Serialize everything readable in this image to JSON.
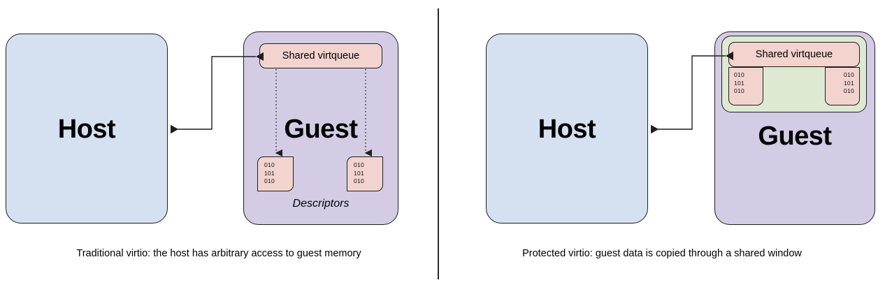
{
  "figure": {
    "type": "diagram",
    "title": "",
    "panels": [
      {
        "id": "traditional",
        "caption": "Traditional virtio: the host has arbitrary access to guest memory",
        "host": {
          "label": "Host",
          "color": "#d5e1f0"
        },
        "guest": {
          "label": "Guest",
          "color": "#d3cce4"
        },
        "virtqueue": {
          "label": "Shared virtqueue",
          "color": "#f2d3ce"
        },
        "descriptors_label": "Descriptors",
        "descriptors": [
          {
            "bits": [
              "010",
              "101",
              "010"
            ]
          },
          {
            "bits": [
              "010",
              "101",
              "010"
            ]
          }
        ],
        "connector": {
          "kind": "bidirectional-arrow",
          "from": "Host",
          "to": "Shared virtqueue"
        },
        "links": [
          {
            "kind": "dotted-arrow",
            "from": "Shared virtqueue",
            "to": "descriptor-1"
          },
          {
            "kind": "dotted-arrow",
            "from": "Shared virtqueue",
            "to": "descriptor-2"
          }
        ]
      },
      {
        "id": "protected",
        "caption": "Protected virtio: guest data is copied through a shared window",
        "host": {
          "label": "Host",
          "color": "#d5e1f0"
        },
        "guest": {
          "label": "Guest",
          "color": "#d3cce4"
        },
        "virtqueue": {
          "label": "Shared virtqueue",
          "color": "#f2d3ce"
        },
        "shared_window": {
          "label": "",
          "color": "#dde9d3"
        },
        "descriptors": [
          {
            "bits": [
              "010",
              "101",
              "010"
            ]
          },
          {
            "bits": [
              "010",
              "101",
              "010"
            ]
          }
        ],
        "connector": {
          "kind": "bidirectional-arrow",
          "from": "Host",
          "to": "Shared virtqueue"
        }
      }
    ],
    "divider": {
      "orientation": "vertical",
      "color": "#2b2b2b"
    },
    "colors": {
      "host": "#d5e1f0",
      "guest": "#d3cce4",
      "virtqueue": "#f2d3ce",
      "shared_window": "#dde9d3",
      "stroke": "#1f1f1f"
    }
  }
}
